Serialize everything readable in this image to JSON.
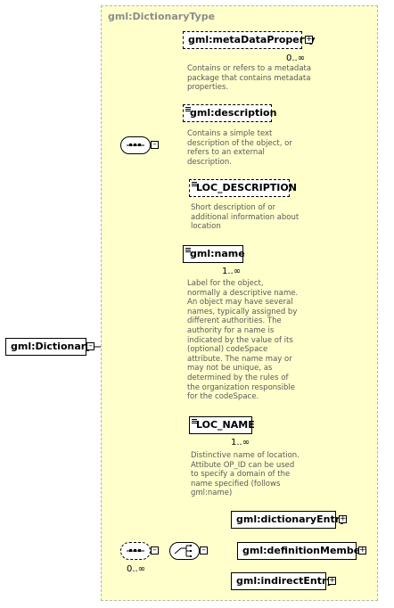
{
  "type_name": "gml:DictionaryType",
  "root": {
    "label": "gml:Dictionary"
  },
  "elements": {
    "metaDataProperty": {
      "label": "gml:metaDataProperty",
      "occurs": "0..∞",
      "desc": [
        "Contains or refers to a metadata",
        "package that contains metadata",
        "properties."
      ]
    },
    "description": {
      "label": "gml:description",
      "desc": [
        "Contains a simple text",
        "description of the object, or",
        "refers to an external",
        "description."
      ]
    },
    "loc_description": {
      "label": "LOC_DESCRIPTION",
      "desc": [
        "Short description of or",
        "additional information about",
        "location"
      ]
    },
    "name": {
      "label": "gml:name",
      "occurs": "1..∞",
      "desc": [
        "Label for the object,",
        "normally a descriptive name.",
        "An object may have several",
        "names, typically assigned by",
        "different authorities.  The",
        "authority for a name is",
        "indicated by the value of its",
        "(optional) codeSpace",
        "attribute.  The name may or",
        "may not be unique, as",
        "determined by the rules of",
        "the organization responsible",
        "for the codeSpace."
      ]
    },
    "loc_name": {
      "label": "LOC_NAME",
      "occurs": "1..∞",
      "desc": [
        "Distinctive name of location.",
        "Attibute OP_ID can be used",
        "to specify a domain of the",
        "name specified (follows",
        "gml:name)"
      ]
    },
    "dictionaryEntry": {
      "label": "gml:dictionaryEntry"
    },
    "definitionMember": {
      "label": "gml:definitionMember"
    },
    "indirectEntry": {
      "label": "gml:indirectEntry"
    }
  },
  "second_sequence": {
    "occurs": "0..∞"
  },
  "colors": {
    "type_fill": "#ffffcc",
    "desc_text": "#595959",
    "title_text": "#8c8c8c"
  }
}
